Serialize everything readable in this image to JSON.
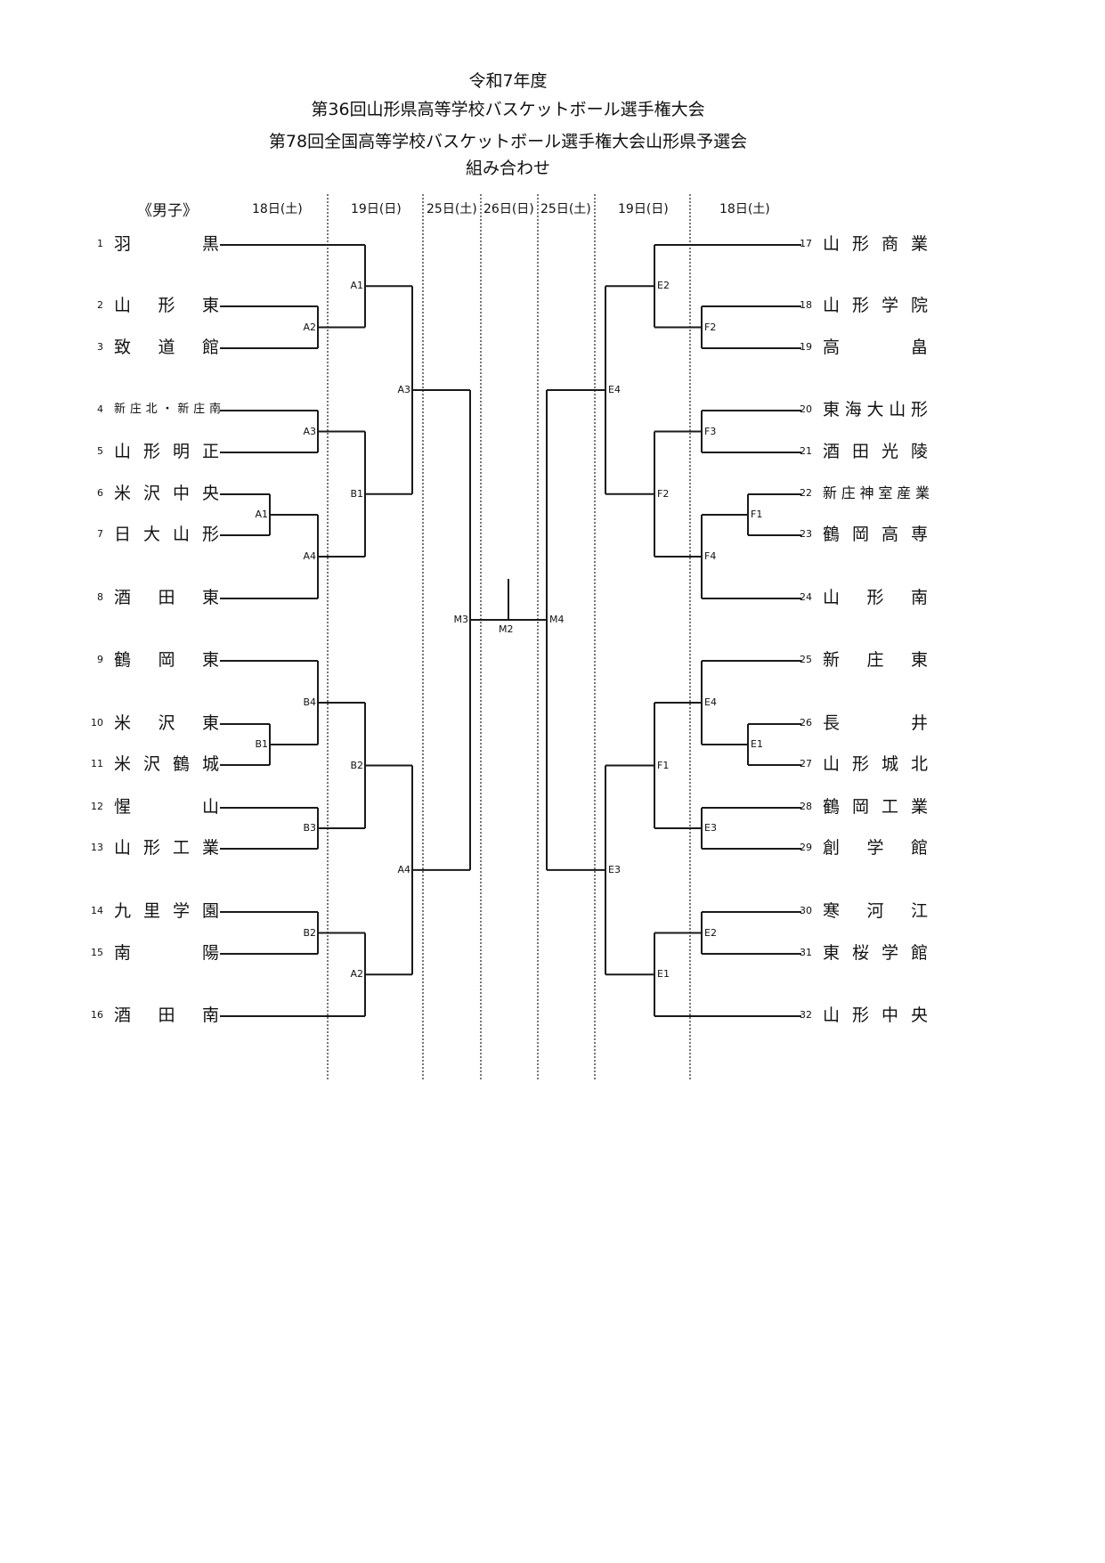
{
  "title_lines": [
    "令和7年度",
    "第36回山形県高等学校バスケットボール選手権大会",
    "第78回全国高等学校バスケットボール選手権大会山形県予選会",
    "組み合わせ"
  ],
  "division": "《男子》",
  "date_headers": [
    "18日(土)",
    "19日(日)",
    "25日(土)",
    "26日(日)",
    "25日(土)",
    "19日(日)",
    "18日(土)"
  ],
  "left_teams": [
    {
      "no": "1",
      "name": "羽黒"
    },
    {
      "no": "2",
      "name": "山形東"
    },
    {
      "no": "3",
      "name": "致道館"
    },
    {
      "no": "4",
      "name": "新庄北・新庄南"
    },
    {
      "no": "5",
      "name": "山形明正"
    },
    {
      "no": "6",
      "name": "米沢中央"
    },
    {
      "no": "7",
      "name": "日大山形"
    },
    {
      "no": "8",
      "name": "酒田東"
    },
    {
      "no": "9",
      "name": "鶴岡東"
    },
    {
      "no": "10",
      "name": "米沢東"
    },
    {
      "no": "11",
      "name": "米沢鶴城"
    },
    {
      "no": "12",
      "name": "惺山"
    },
    {
      "no": "13",
      "name": "山形工業"
    },
    {
      "no": "14",
      "name": "九里学園"
    },
    {
      "no": "15",
      "name": "南陽"
    },
    {
      "no": "16",
      "name": "酒田南"
    }
  ],
  "right_teams": [
    {
      "no": "17",
      "name": "山形商業"
    },
    {
      "no": "18",
      "name": "山形学院"
    },
    {
      "no": "19",
      "name": "高畠"
    },
    {
      "no": "20",
      "name": "東海大山形"
    },
    {
      "no": "21",
      "name": "酒田光陵"
    },
    {
      "no": "22",
      "name": "新庄神室産業"
    },
    {
      "no": "23",
      "name": "鶴岡高専"
    },
    {
      "no": "24",
      "name": "山形南"
    },
    {
      "no": "25",
      "name": "新庄東"
    },
    {
      "no": "26",
      "name": "長井"
    },
    {
      "no": "27",
      "name": "山形城北"
    },
    {
      "no": "28",
      "name": "鶴岡工業"
    },
    {
      "no": "29",
      "name": "創学館"
    },
    {
      "no": "30",
      "name": "寒河江"
    },
    {
      "no": "31",
      "name": "東桜学館"
    },
    {
      "no": "32",
      "name": "山形中央"
    }
  ],
  "match_labels": {
    "left": [
      "A1",
      "A2",
      "A3",
      "A1",
      "A4",
      "B4",
      "B1",
      "B3",
      "B2",
      "A1",
      "B1",
      "A3",
      "B2",
      "A2",
      "A3",
      "A4",
      "M3"
    ],
    "right": [
      "E2",
      "F2",
      "F3",
      "F1",
      "F4",
      "E4",
      "E1",
      "E3",
      "E2",
      "F2",
      "E4",
      "F1",
      "E3",
      "E1",
      "E4",
      "E3",
      "M4"
    ],
    "final": "M2"
  }
}
